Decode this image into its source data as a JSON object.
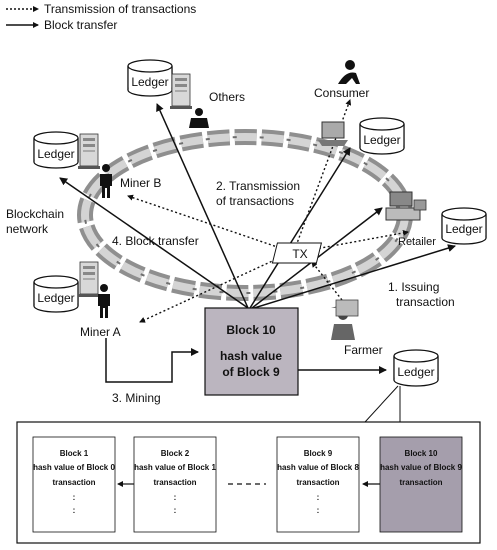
{
  "legend": {
    "dotted_label": "Transmission of transactions",
    "solid_label": "Block transfer"
  },
  "labels": {
    "ledger": "Ledger",
    "others": "Others",
    "consumer": "Consumer",
    "miner_b": "Miner B",
    "miner_a": "Miner A",
    "blockchain_network_line1": "Blockchain",
    "blockchain_network_line2": "network",
    "retailer": "Retailer",
    "farmer": "Farmer",
    "tx": "TX",
    "transmission_line1": "2. Transmission",
    "transmission_line2": "of transactions",
    "block_transfer": "4. Block transfer",
    "issuing_line1": "1. Issuing",
    "issuing_line2": "transaction",
    "mining": "3. Mining"
  },
  "main_block": {
    "title": "Block 10",
    "line2": "hash value",
    "line3": "of Block 9"
  },
  "chain": [
    {
      "title": "Block 1",
      "hash": "hash value of Block 0",
      "tx": "transaction"
    },
    {
      "title": "Block 2",
      "hash": "hash value of Block 1",
      "tx": "transaction"
    },
    {
      "title": "Block 9",
      "hash": "hash value of Block 8",
      "tx": "transaction"
    },
    {
      "title": "Block 10",
      "hash": "hash value of Block 9",
      "tx": "transaction"
    }
  ],
  "colors": {
    "block_fill": "#bbb5bf",
    "highlight_block_fill": "#a59eac",
    "chain_link": "#9a9a9a"
  },
  "icons": [
    "ledger-cylinder-icon",
    "server-icon",
    "person-icon",
    "laptop-icon",
    "cash-register-icon",
    "dashed-gap"
  ]
}
